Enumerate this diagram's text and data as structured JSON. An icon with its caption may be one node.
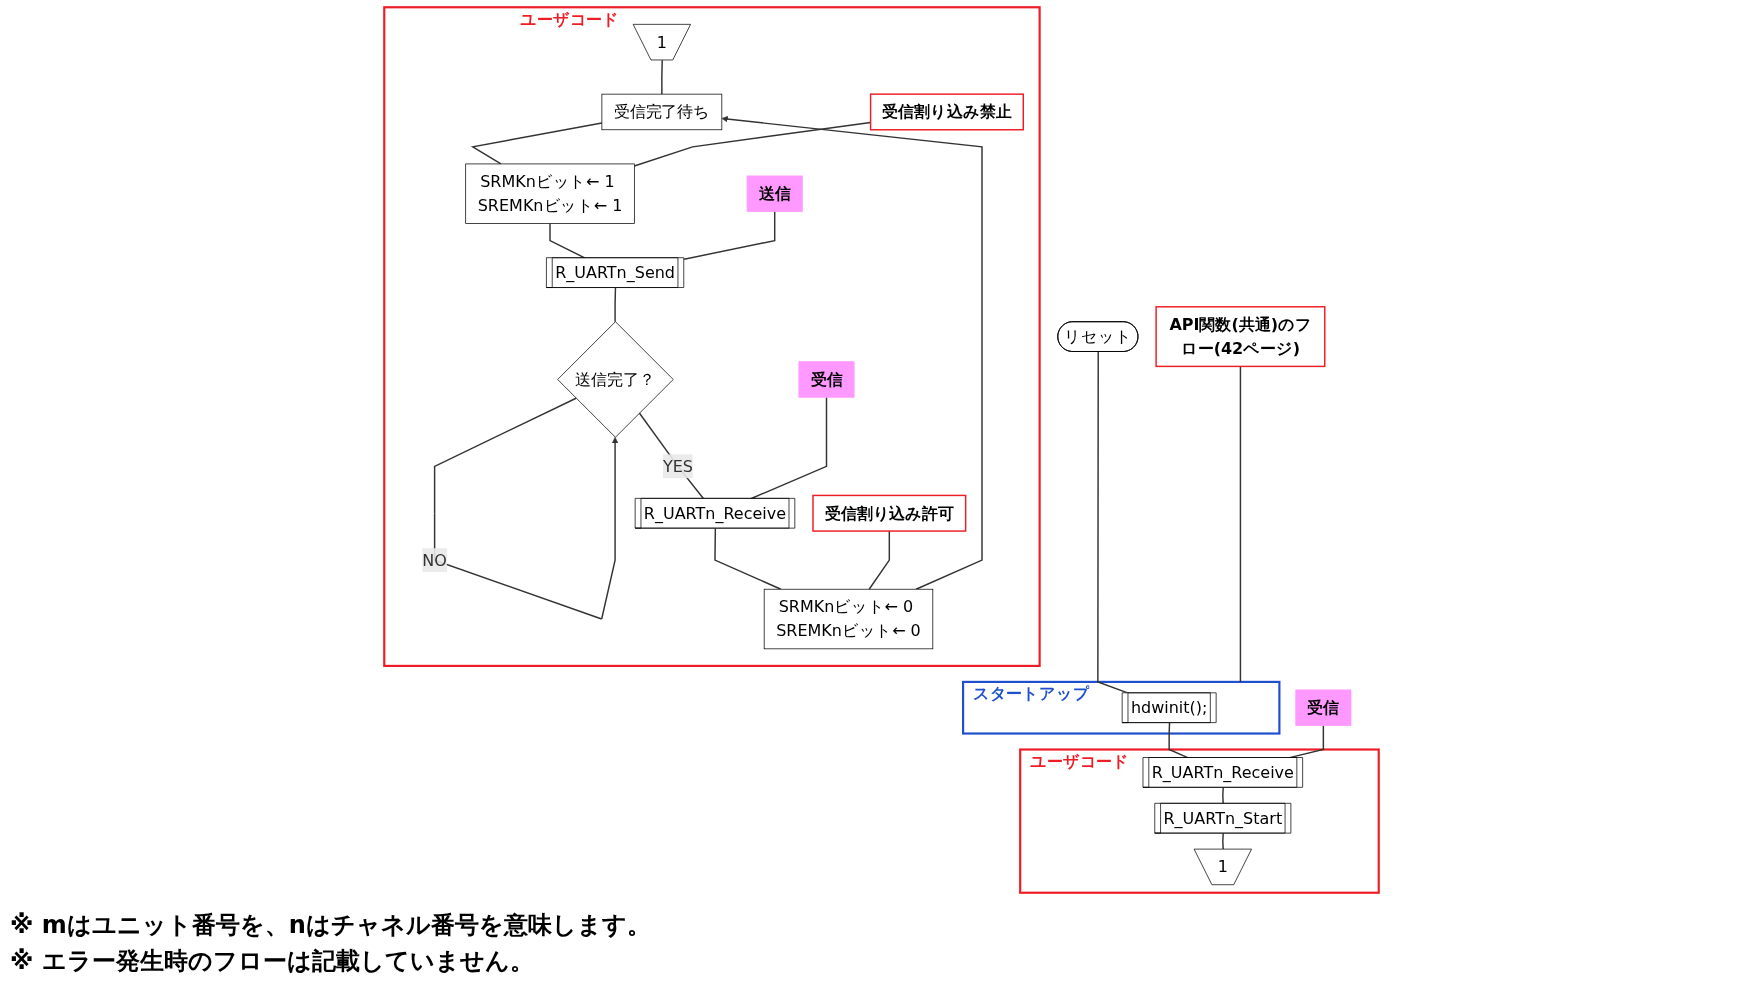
{
  "diagram": {
    "nodes": [
      {
        "text": [
          "リセット"
        ]
      },
      {
        "text": [
          "スタートアップ"
        ]
      },
      {
        "text": [
          "hdwinit();"
        ],
        "in": 1
      },
      {
        "text": [
          "API関数(共通)のフロー(42ページ)"
        ]
      },
      {
        "text": [
          "ユーザコード"
        ]
      },
      {
        "text": [
          "R_UARTn_Receive"
        ],
        "in": 4
      },
      {
        "text": [
          "受信"
        ]
      },
      {
        "text": [
          "R_UARTn_Start"
        ],
        "in": 4
      },
      {
        "text": [
          "1"
        ],
        "in": 4
      },
      {
        "text": [
          "ユーザコード"
        ]
      },
      {
        "text": [
          "1"
        ],
        "in": 9
      },
      {
        "text": [
          "受信完了待ち"
        ],
        "in": 9
      },
      {
        "text": [
          "SRMKnビット← 1 SREMKnビット← 1"
        ],
        "in": 9
      },
      {
        "text": [
          "受信割り込み禁止"
        ],
        "in": 9
      },
      {
        "text": [
          "R_UARTn_Send"
        ],
        "in": 9
      },
      {
        "text": [
          "送信"
        ],
        "in": 9
      },
      {
        "text": [
          "送信完了？"
        ],
        "in": 9
      },
      {
        "text": [
          "R_UARTn_Receive"
        ],
        "in": 9
      },
      {
        "text": [
          "受信"
        ],
        "in": 9
      },
      {
        "text": [
          "SRMKnビット← 0 SREMKnビット← 0"
        ],
        "in": 9
      },
      {
        "text": [
          "受信割り込み許可"
        ],
        "in": 9
      }
    ],
    "edges": [
      {
        "from": 0,
        "to": 2,
        "arrow": "none"
      },
      {
        "from": 2,
        "to": 5,
        "arrow": "none"
      },
      {
        "from": 3,
        "to": 1,
        "arrow": "none"
      },
      {
        "from": 5,
        "to": 7,
        "arrow": "none"
      },
      {
        "from": 6,
        "to": 5,
        "arrow": "none"
      },
      {
        "from": 7,
        "to": 8,
        "arrow": "none"
      },
      {
        "from": 10,
        "to": 11,
        "arrow": "none"
      },
      {
        "from": 11,
        "to": 12,
        "arrow": "none"
      },
      {
        "from": 13,
        "to": 12,
        "arrow": "none"
      },
      {
        "from": 12,
        "to": 14,
        "arrow": "none"
      },
      {
        "from": 15,
        "to": 14,
        "arrow": "none"
      },
      {
        "from": 14,
        "to": 16,
        "arrow": "none"
      },
      {
        "from": 16,
        "to": 16,
        "label": "NO",
        "arrow": "to"
      },
      {
        "from": 16,
        "to": 17,
        "label": "YES",
        "arrow": "none"
      },
      {
        "from": 18,
        "to": 17,
        "arrow": "none"
      },
      {
        "from": 17,
        "to": 19,
        "arrow": "none"
      },
      {
        "from": 20,
        "to": 19,
        "arrow": "none"
      },
      {
        "from": 19,
        "to": 11,
        "arrow": "to"
      }
    ],
    "labels": [
      "※ mはユニット番号を、nはチャネル番号を意味します。",
      "※ エラー発生時のフローは記載していません。"
    ]
  }
}
